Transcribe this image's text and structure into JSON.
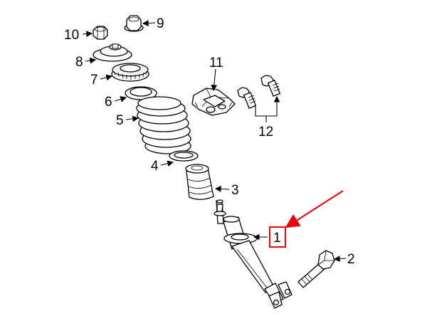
{
  "callouts": {
    "c1": "1",
    "c2": "2",
    "c3": "3",
    "c4": "4",
    "c5": "5",
    "c6": "6",
    "c7": "7",
    "c8": "8",
    "c9": "9",
    "c10": "10",
    "c11": "11",
    "c12": "12"
  },
  "colors": {
    "line": "#000000",
    "highlight": "#e8000b",
    "background": "#ffffff"
  }
}
